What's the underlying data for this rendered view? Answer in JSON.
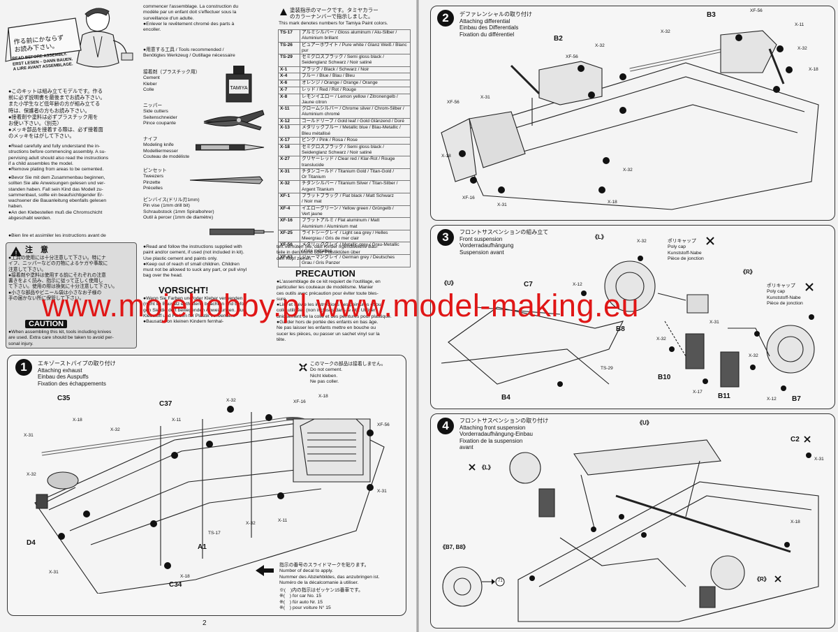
{
  "intro": {
    "jp_banner": "作る前にかならず\nお読み下さい。",
    "en_banner": "READ BEFORE ASSEMBLY.\nERST LESEN – DANN BAUEN.\nA LIRE AVANT ASSEMBLAGE.",
    "jp_body": "●このキットは組み立てモデルです。作る\n前に必ず説明書を最後までお読み下さい。\nまた小学生など低年齢の方が組み立てる\n時は、保護者の方もお読み下さい。\n●接着剤や塗料は必ずプラスチック用を\nお使い下さい。（別売）\n●メッキ部品を接着する際は、必ず接着面\nのメッキをはがして下さい。",
    "en_body": "●Read carefully and fully understand the in-\nstructions before commencing assembly. A su-\npervising adult should also read the instructions\nif a child assembles the model.\n●Remove plating from areas to be cemented.",
    "de_body": "●Bevor Sie mit dem Zusammenbau beginnen,\nsollten Sie alle Anweisungen gelesen und ver-\nstanden haben. Fall sein Kind das Modell zu-\nsammenbaut, sollte ein beaufsichtigender Er-\nwachsener die Bauanleitung ebenfalls gelesen\nhaben.\n●An den Klebestellen muß die Chromschicht\nabgeschabt werden.",
    "fr_body": "●Bien lire et assimiler les instructions avant de",
    "fr_cont": "commencer l'assemblage. La construction du\nmodèle par un enfant doit s'effectuer sous la\nsurveillance d'un adulte.\n●Enlever le revêtement chromé des parts à\nencoller."
  },
  "tools": {
    "heading": "●用意する工具 / Tools recommended /\nBenötigtes Werkzeug / Outillage nécessaire",
    "cement": "接着剤（プラスチック用）\nCement\nKleber\nColle",
    "nippers": "ニッパー\nSide cutters\nSeitenschneider\nPince coupante",
    "knife": "ナイフ\nModeling knife\nModelliermesser\nCouteau de modéliste",
    "tweezers": "ピンセット\nTweezers\nPinzette\nPrécelles",
    "pinvise": "ピンバイス(ドリル刃1mm)\nPin vise (1mm drill bit)\nSchraubstock (1mm Spiralbohrer)\nOutil à percer (1mm de diamètre)"
  },
  "paint": {
    "heading_jp": "塗装指示のマークです。タミヤカラー\nのカラーナンバーで指示しました。",
    "heading_en": "This mark denotes numbers for Tamiya Paint colors.",
    "rows": [
      {
        "code": "TS-17",
        "name": "アルミシルバー / Gloss aluminum / Alu-Silber / Aluminium brillant"
      },
      {
        "code": "TS-26",
        "name": "ピュアーホワイト / Pure white / Glanz Weiß / Blanc pur"
      },
      {
        "code": "TS-29",
        "name": "セミグロスブラック / Semi gloss black / Seidenglanz Schwarz / Noir satiné"
      },
      {
        "code": "X-1",
        "name": "ブラック / Black / Schwarz / Noir"
      },
      {
        "code": "X-4",
        "name": "ブルー / Blue / Blau / Bleu"
      },
      {
        "code": "X-6",
        "name": "オレンジ / Orange / Orange / Orange"
      },
      {
        "code": "X-7",
        "name": "レッド / Red / Rot / Rouge"
      },
      {
        "code": "X-8",
        "name": "レモンイエロー / Lemon yellow / Zitronengelb / Jaune citron"
      },
      {
        "code": "X-11",
        "name": "クロームシルバー / Chrome silver / Chrom-Silber / Aluminium chromé"
      },
      {
        "code": "X-12",
        "name": "ゴールドリーフ / Gold leaf / Gold Glänzend / Doré"
      },
      {
        "code": "X-13",
        "name": "メタリックブルー / Metallic blue / Blau-Metallic / Bleu métallisé"
      },
      {
        "code": "X-17",
        "name": "ピンク / Pink / Rosa / Rose"
      },
      {
        "code": "X-18",
        "name": "セミグロスブラック / Semi gloss black / Seidenglanz Schwarz / Noir satiné"
      },
      {
        "code": "X-27",
        "name": "クリヤーレッド / Clear red / Klar-Rot / Rouge translucide"
      },
      {
        "code": "X-31",
        "name": "チタンゴールド / Titanium Gold / Titan-Gold /\nOr Titanium"
      },
      {
        "code": "X-32",
        "name": "チタンシルバー / Titanium Silver / Titan-Silber /\nArgent Titanium"
      },
      {
        "code": "XF-1",
        "name": "フラットブラック / Flat black / Matt Schwarz\n/ Noir mat"
      },
      {
        "code": "XF-4",
        "name": "イエローグリーン / Yellow green / Grüngelb /\nVert jaune"
      },
      {
        "code": "XF-16",
        "name": "フラットアルミ / Flat aluminum / Matt\nAluminium / Aluminium mat"
      },
      {
        "code": "XF-25",
        "name": "ライトシーグレイ / Light sea grey / Helles\nMeergrau / Gris de mer clair"
      },
      {
        "code": "XF-56",
        "name": "メタリックグレイ / Metallic grey / Grau-Metallic\n/ Gris métallisé"
      },
      {
        "code": "XF-63",
        "name": "ジャーマングレイ / German grey / Deutsches\nGrau / Gris Panzer"
      }
    ]
  },
  "warnings": {
    "chui_title": "注　意",
    "chui_body": "●工具の使用には十分注意して下さい。特にナ\nイフ、ニッパーなどの刃物によるケガや事故に\n注意して下さい。\n●接着剤や塗料は使用する前にそれぞれの注意\n書きをよく読み、指示に従って正しく使用し\nて下さい。使用の際は換気に十分注意して下さい。\n●小さな部品やビニール袋は小さなお子様の\n手の届かない所に保管して下さい。",
    "caution_title": "CAUTION",
    "caution_body": "●When assembling this kit, tools including knives\nare used. Extra care should be taken to avoid per-\nsonal injury.",
    "en_extra": "●Read and follow the instructions supplied with\npaint and/or cement, if used (not included in kit).\nUse plastic cement and paints only.\n●Keep out of reach of small children. Children\nmust not be allowed to suck any part, or pull vinyl\nbag over the head.",
    "vorsicht_title": "VORSICHT!",
    "vorsicht_body": "●Wenn Sie Farben und/oder Kleber verwenden\n(nicht im Bausatz enthalten), beachten und befol-\ngen Sie die dort beiliegenden Anweisungen. Nur\nKlebstoff und Farben für Plastik verwenden.\n●Bausatz von kleinen Kindern fernhal-",
    "de_cont": "ten.Verhüten Sie, daß Kinder irgendwelche Bau-\nteile in den Mund oder Plastiktüten über\nden Kopf ziehen.",
    "precaution_title": "PRECAUTION",
    "precaution_body": "●L'assemblage de ce kit requiert de l'outillage, en\nparticulier les couteaux de modélisme. Manier\nces outils avec précaution pour éviter toute bles-\nsure.\n●Lire et suivre les instructions des peintures et/ou\ncolle utilisées (non incluses dans le kit). Utiliser\nuniquement de la colle et des peintures pour plastique.\n●Garder hors de portée des enfants en bas âge.\nNe pas laisser les enfants mettre en bouche ou\nsucer les pièces, ou passer un sachet vinyl sur la\ntête."
  },
  "step1": {
    "number": "1",
    "title": "エキゾーストパイプの取り付け\nAttaching exhaust\nEinbau des Auspuffs\nFixation des échappements",
    "note": "このマークの部品は接着しません。\nDo not cement.\nNicht kleben.\nNe pas coller.",
    "labels": {
      "c35": "C35",
      "c37": "C37",
      "d4": "D4",
      "a1": "A1",
      "c34": "C34",
      "x18a": "X-18",
      "x31a": "X-31",
      "x32a": "X-32",
      "x11a": "X-11",
      "x32b": "X-32",
      "xf16": "XF-16",
      "x18b": "X-18",
      "xf56": "XF-56",
      "x31b": "X-31",
      "x32c": "X-32",
      "ts17": "TS-17",
      "x11b": "X-11",
      "x32d": "X-32",
      "x18c": "X-18",
      "x31c": "X-31"
    },
    "decal_note": "指示の番号のスライドマークを貼ります。\nNumber of decal to apply.\nNummer des Abziehbildes, das anzubringen ist.\nNuméro de la décalcomanie à utiliser.",
    "car_note": "※(　)内の指示はゼッケン15番車です。\n※(　) for car No. 15\n※(　) für auto Nr. 15\n※(　) pour voiture N° 15"
  },
  "step2": {
    "number": "2",
    "title": "デファレンシャルの取り付け\nAttaching differential\nEinbau des Differentials\nFixation du différentiel",
    "labels": {
      "b3": "B3",
      "b2": "B2",
      "xf56a": "XF-56",
      "x11a": "X-11",
      "x32a": "X-32",
      "x32b": "X-32",
      "x18a": "X-18",
      "xf56b": "XF-56",
      "x32c": "X-32",
      "x31": "X-31",
      "xf56c": "XF-56",
      "x18b": "X-18",
      "x32d": "X-32",
      "xf16": "XF-16",
      "x31b": "X-31",
      "x18c": "X-18"
    }
  },
  "step3": {
    "number": "3",
    "title": "フロントサスペンションの組み立て\nFront suspension\nVorderradaufhängung\nSuspension avant",
    "polycap": "ポリキャップ\nPoly cap\nKunststoff-Nabe\nPièce de jonction",
    "polycap2": "ポリキャップ\nPoly cap\nKunststoff-Nabe\nPièce de jonction",
    "labels": {
      "l": "《L》",
      "r": "《R》",
      "u": "《U》",
      "c7": "C7",
      "b4": "B4",
      "b8": "B8",
      "b10": "B10",
      "b11": "B11",
      "b7": "B7",
      "x12a": "X-12",
      "x32a": "X-32",
      "ts29": "TS-29",
      "x31": "X-31",
      "x32b": "X-32",
      "x17": "X-17",
      "x12b": "X-12",
      "x32c": "X-32"
    }
  },
  "step4": {
    "number": "4",
    "title": "フロントサスペンションの取り付け\nAttaching front suspension\nVorderradaufhängung-Einbau\nFixation de la suspension\navant",
    "labels": {
      "u": "《U》",
      "c2": "C2",
      "l": "《L》",
      "r": "《R》",
      "b7b8": "《B7, B8》",
      "x31": "X-31",
      "x18": "X-18",
      "ref": "71"
    }
  },
  "page_number": "2",
  "watermark": "www.mojehobby.pl www.model-making.eu"
}
